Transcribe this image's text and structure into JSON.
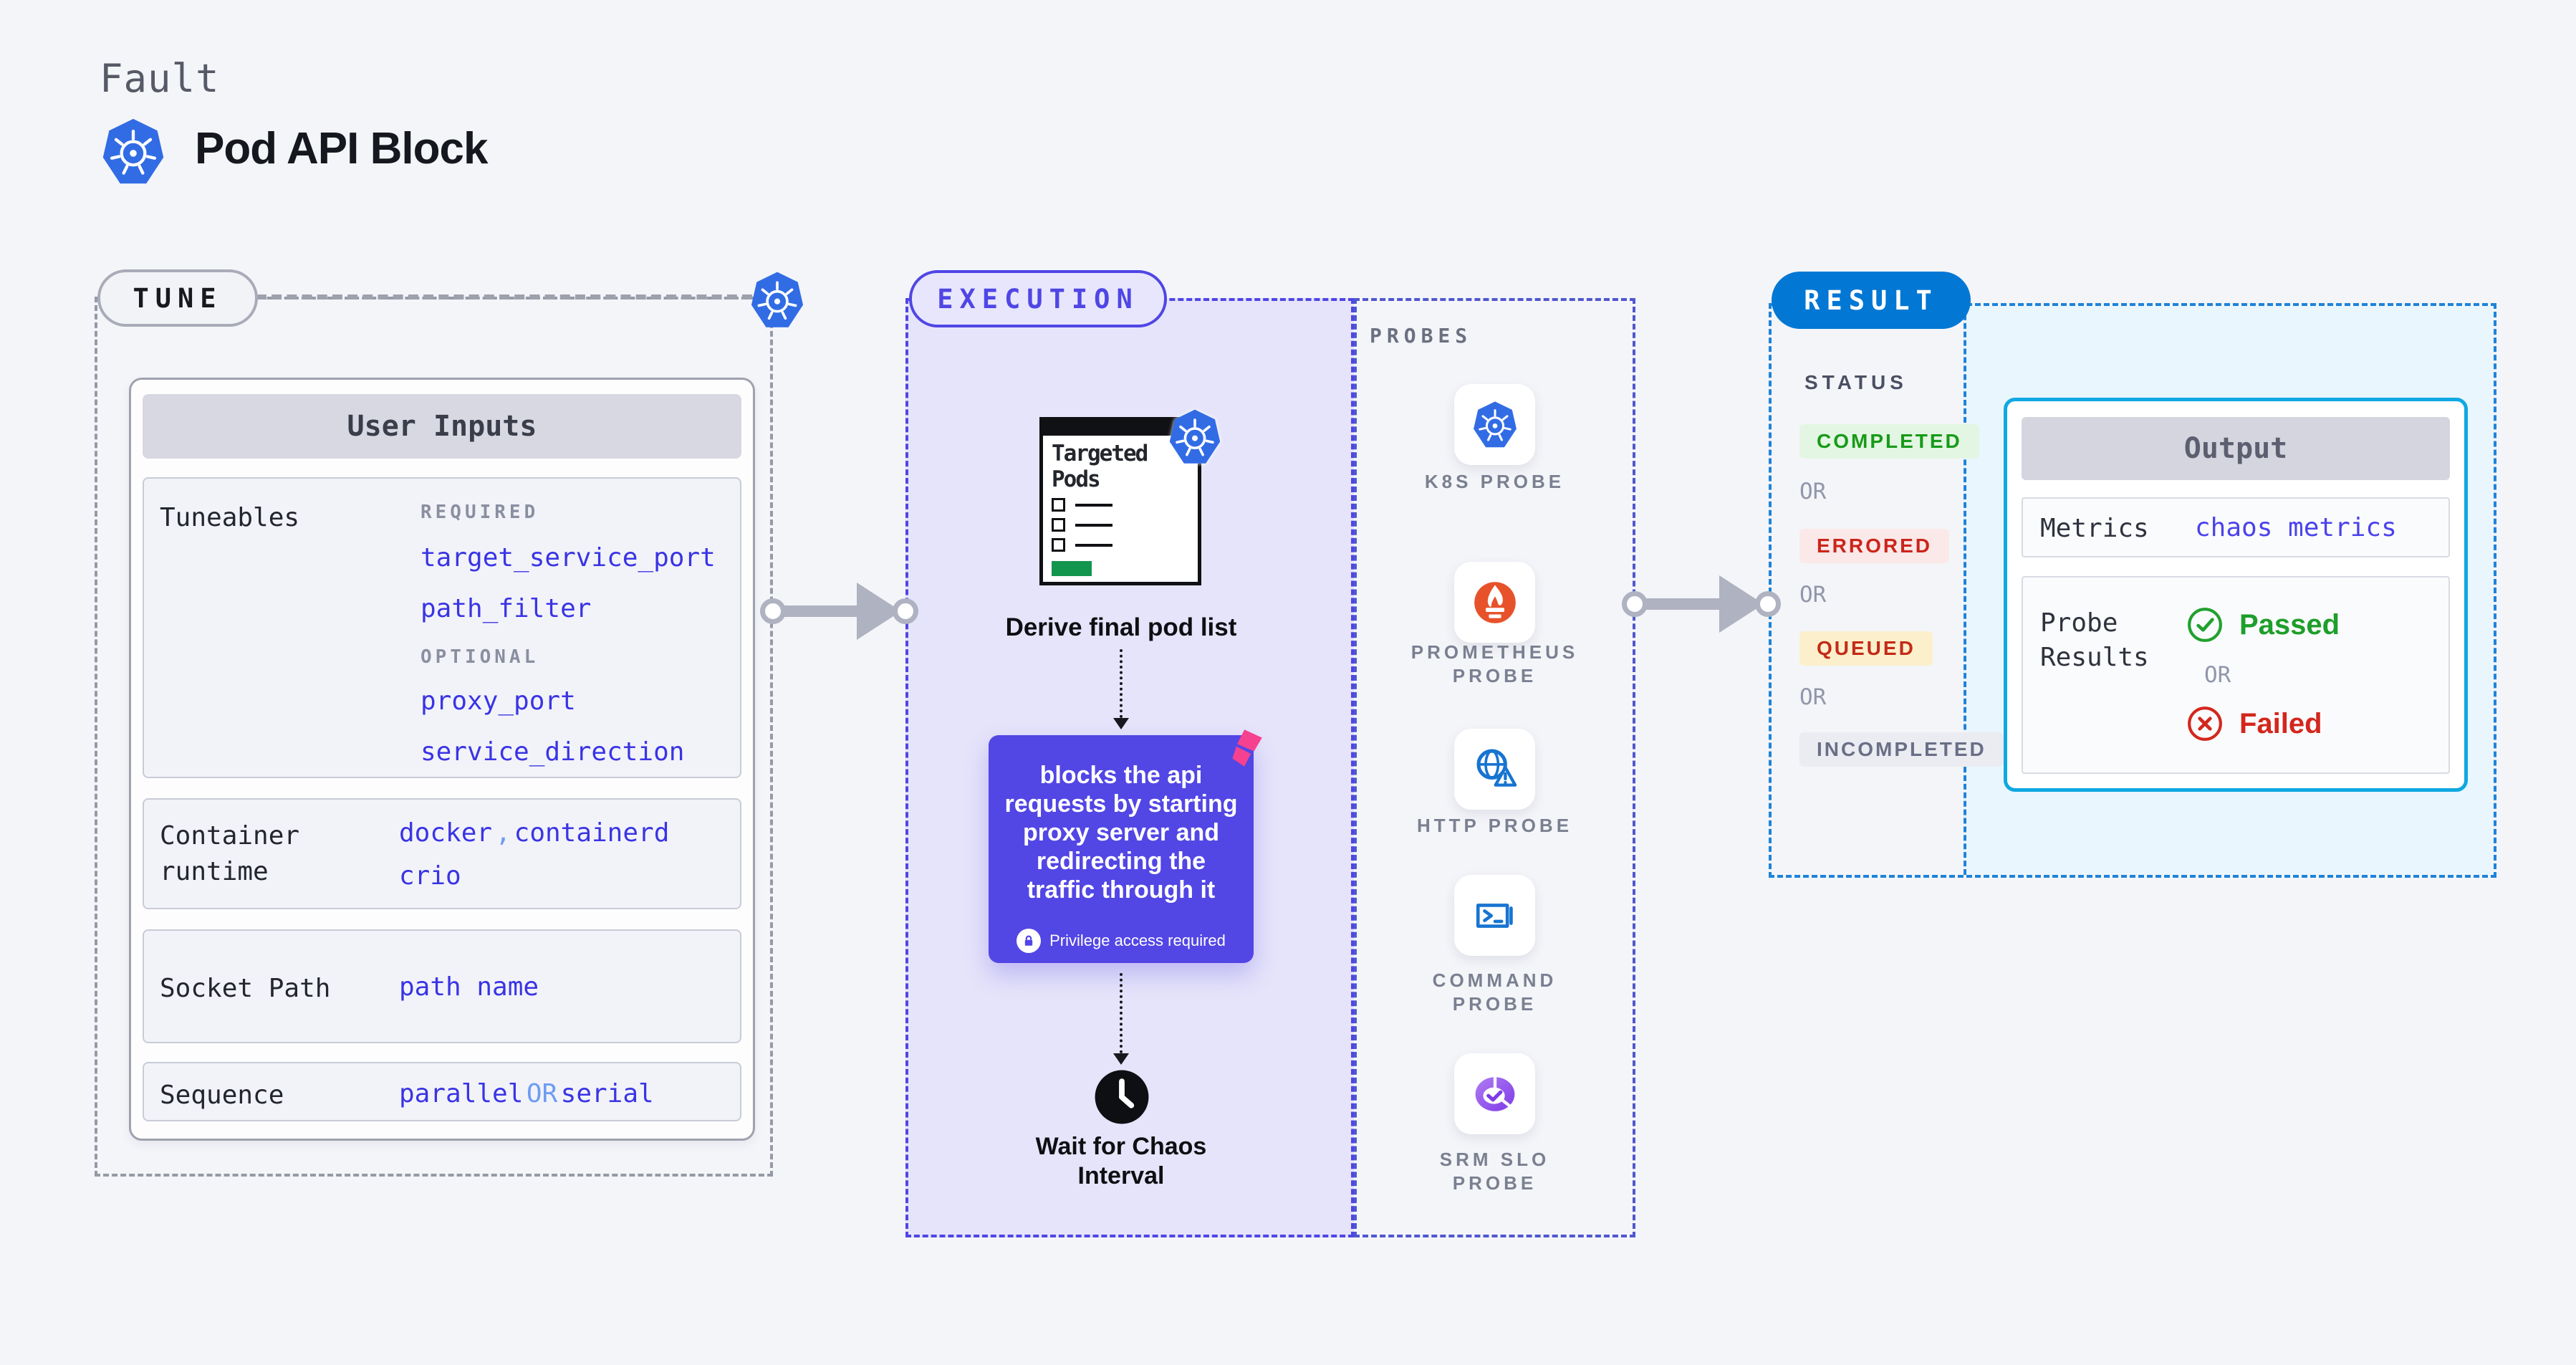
{
  "header": {
    "eyebrow": "Fault",
    "title": "Pod API Block"
  },
  "tune": {
    "badge": "TUNE",
    "card_header": "User Inputs",
    "tuneables": {
      "label": "Tuneables",
      "required_tag": "REQUIRED",
      "required": [
        "target_service_port",
        "path_filter"
      ],
      "optional_tag": "OPTIONAL",
      "optional": [
        "proxy_port",
        "service_direction"
      ]
    },
    "runtime": {
      "label": "Container runtime",
      "value1": "docker",
      "separator": ",",
      "value2": "containerd",
      "value3": "crio"
    },
    "socket": {
      "label": "Socket Path",
      "value": "path name"
    },
    "sequence": {
      "label": "Sequence",
      "value1": "parallel",
      "or": "OR",
      "value2": "serial"
    }
  },
  "execution": {
    "badge": "EXECUTION",
    "pods_window_title": "Targeted Pods",
    "derive_label": "Derive final pod list",
    "action_text": "blocks the api requests by starting proxy server and redirecting the traffic through it",
    "privilege_note": "Privilege access required",
    "wait_label": "Wait for Chaos Interval"
  },
  "probes": {
    "label": "PROBES",
    "items": [
      {
        "name": "K8S PROBE",
        "icon": "kubernetes-icon"
      },
      {
        "name": "PROMETHEUS PROBE",
        "icon": "prometheus-icon"
      },
      {
        "name": "HTTP PROBE",
        "icon": "http-globe-warning-icon"
      },
      {
        "name": "COMMAND PROBE",
        "icon": "terminal-icon"
      },
      {
        "name": "SRM SLO PROBE",
        "icon": "slo-donut-check-icon"
      }
    ]
  },
  "result": {
    "badge": "RESULT",
    "status_label": "STATUS",
    "or_label": "OR",
    "statuses": [
      "COMPLETED",
      "ERRORED",
      "QUEUED",
      "INCOMPLETED"
    ],
    "output": {
      "header": "Output",
      "metrics_label": "Metrics",
      "metrics_value": "chaos metrics",
      "probe_results_label": "Probe Results",
      "passed_label": "Passed",
      "or_label": "OR",
      "failed_label": "Failed"
    }
  },
  "colors": {
    "page_background": "#F4F5F9",
    "kubernetes_blue": "#326CE5",
    "accent_purple": "#4F46E5",
    "execution_fill": "#E6E4FA",
    "action_box_purple": "#5246E5",
    "chaos_pink": "#F5418F",
    "prometheus_orange": "#E7522B",
    "probe_icon_blue": "#1774D1",
    "srm_purple": "#7E3BE8",
    "result_badge_blue": "#0277D4",
    "result_border_blue": "#1E83D9",
    "output_border_cyan": "#0FA8E2",
    "output_area_blue": "#E9F6FD",
    "completed_green": "#189A18",
    "errored_red": "#CB251B",
    "queued_red_on_amber": "#C42A18",
    "incompleted_gray": "#696F86",
    "passed_green": "#1E9E2A",
    "failed_red": "#D3271D",
    "param_blue": "#3A34E4",
    "param_light_blue": "#6E9CF2",
    "targeted_pods_green": "#12954C"
  }
}
